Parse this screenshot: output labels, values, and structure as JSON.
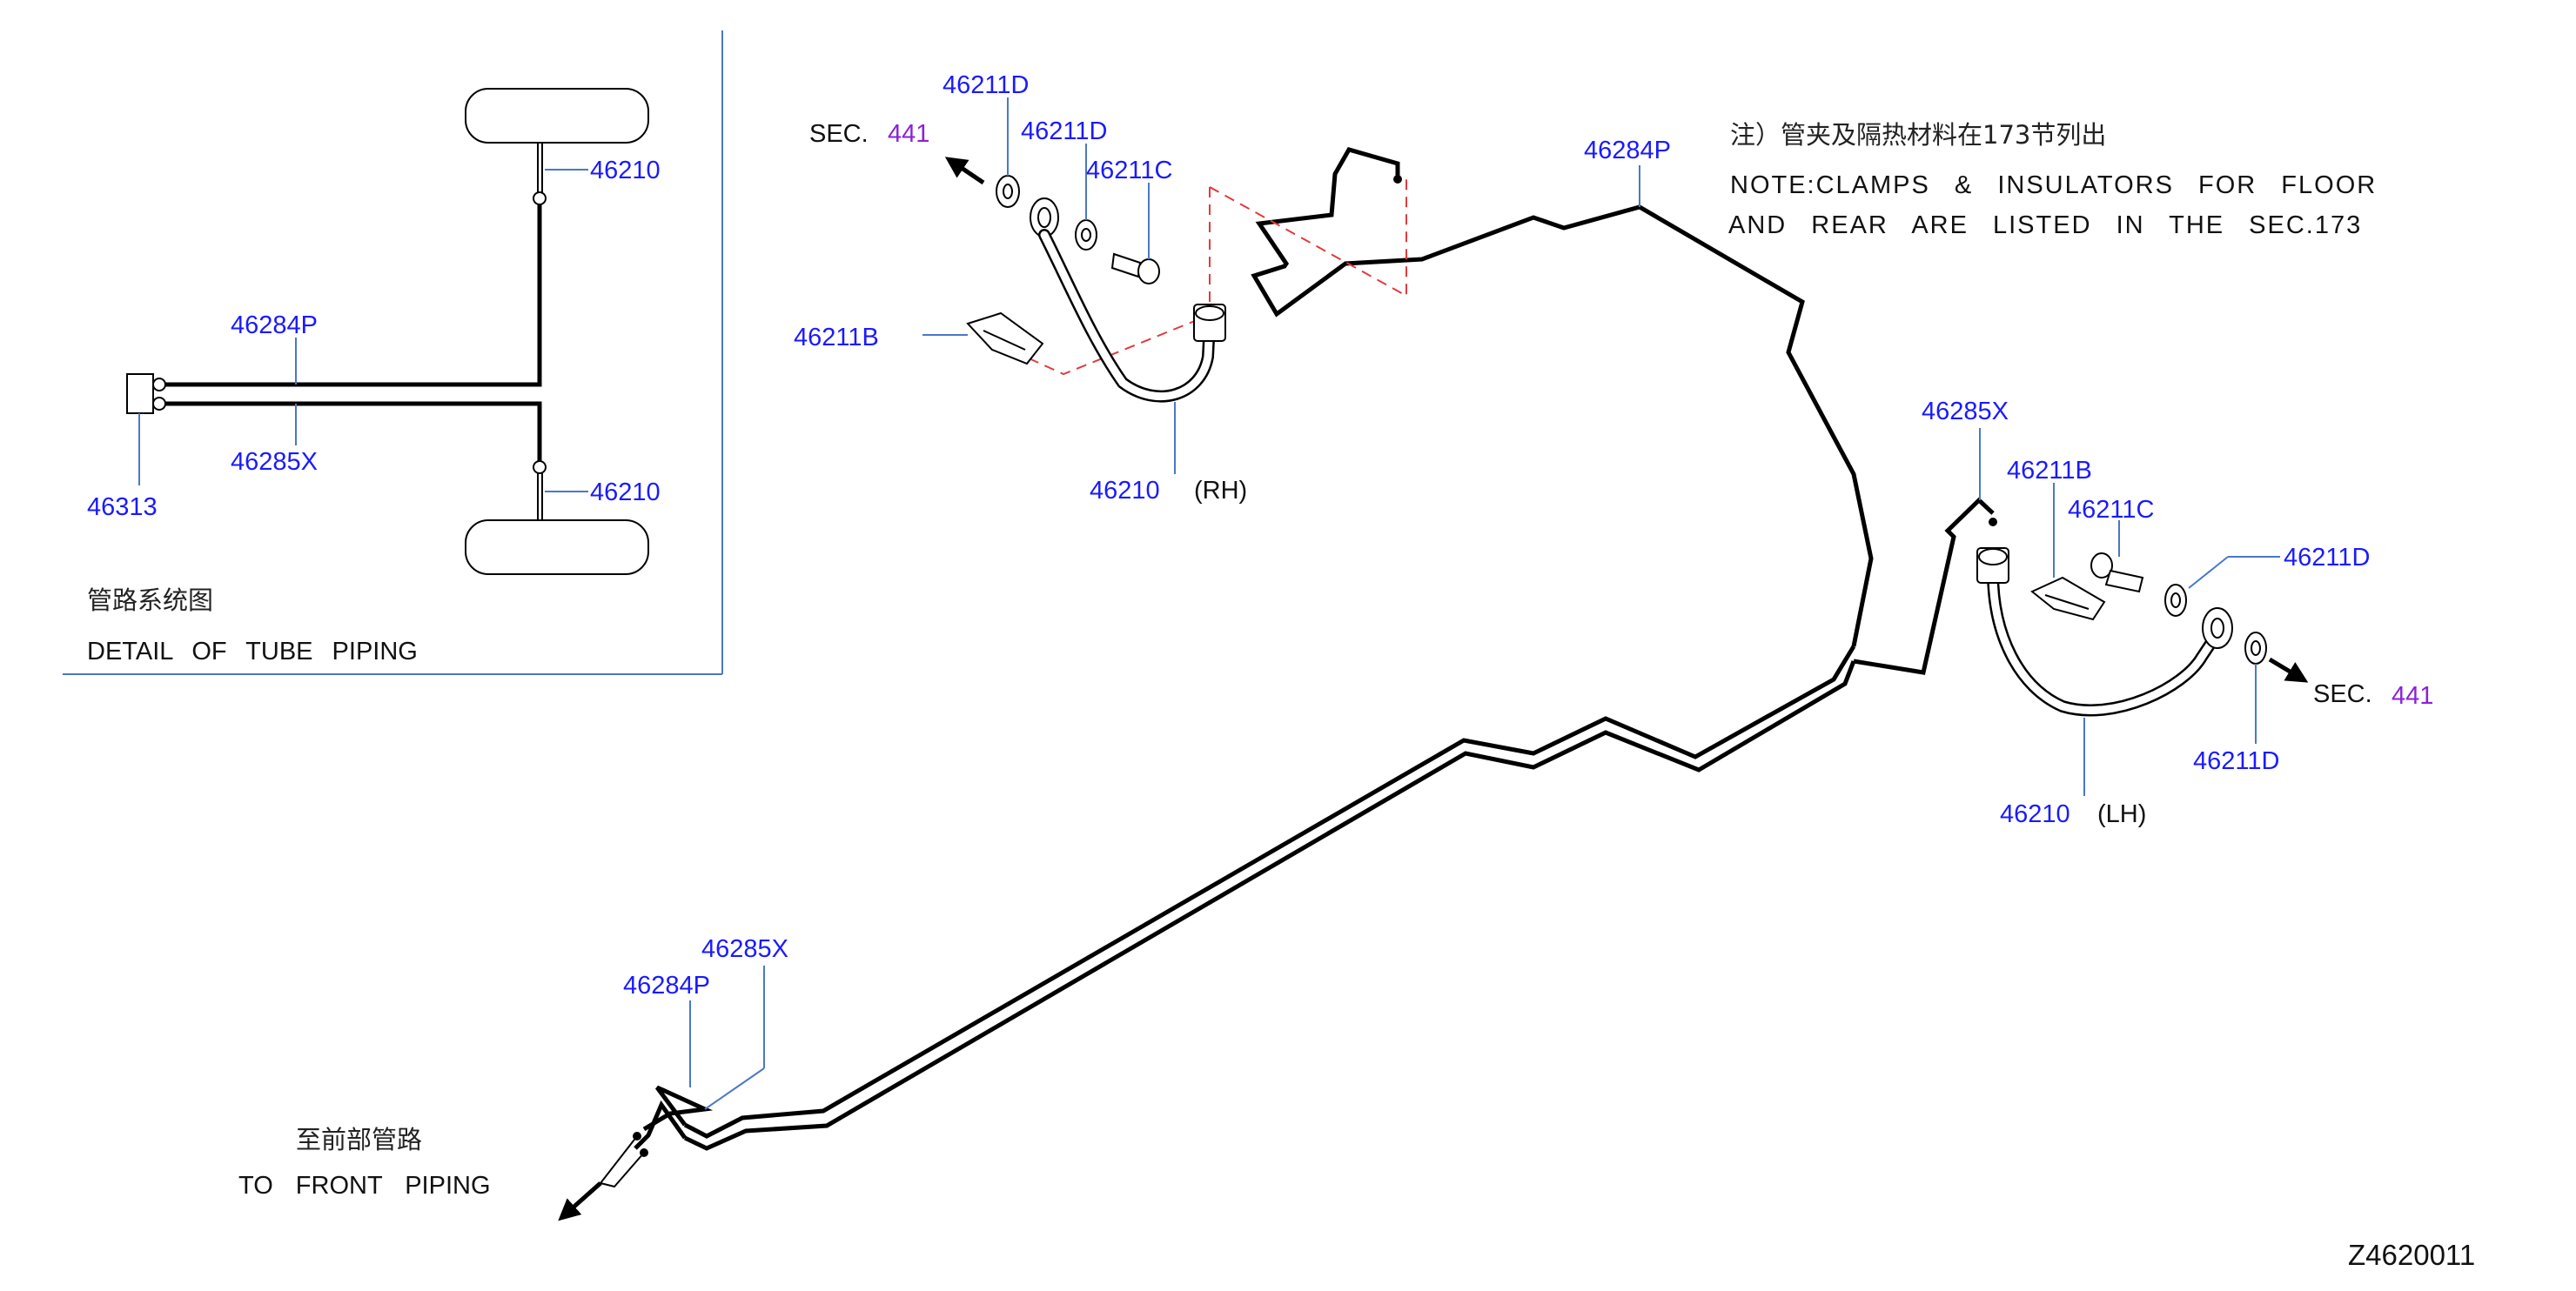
{
  "detail": {
    "lbl_46210_top": "46210",
    "lbl_46284P": "46284P",
    "lbl_46285X": "46285X",
    "lbl_46313": "46313",
    "lbl_46210_bottom": "46210",
    "title_cn": "管路系统图",
    "title_en": "DETAIL OF TUBE PIPING"
  },
  "rh": {
    "sec_prefix": "SEC.",
    "sec_num": "441",
    "lbl_46211D_a": "46211D",
    "lbl_46211D_b": "46211D",
    "lbl_46211C": "46211C",
    "lbl_46211B": "46211B",
    "lbl_46210": "46210",
    "side": "(RH)"
  },
  "note": {
    "cn": "注）管夹及隔热材料在173节列出",
    "line1": "NOTE:CLAMPS & INSULATORS FOR FLOOR",
    "line2": "AND REAR ARE LISTED IN THE SEC.173"
  },
  "main": {
    "lbl_46284P_top": "46284P",
    "lbl_46285X_mid": "46285X",
    "lbl_46285X_front": "46285X",
    "lbl_46284P_front": "46284P",
    "front_cn": "至前部管路",
    "front_en": "TO FRONT PIPING"
  },
  "lh": {
    "lbl_46211B": "46211B",
    "lbl_46211C": "46211C",
    "lbl_46211D_a": "46211D",
    "lbl_46211D_b": "46211D",
    "sec_prefix": "SEC.",
    "sec_num": "441",
    "lbl_46210": "46210",
    "side": "(LH)"
  },
  "diagram_id": "Z4620011"
}
